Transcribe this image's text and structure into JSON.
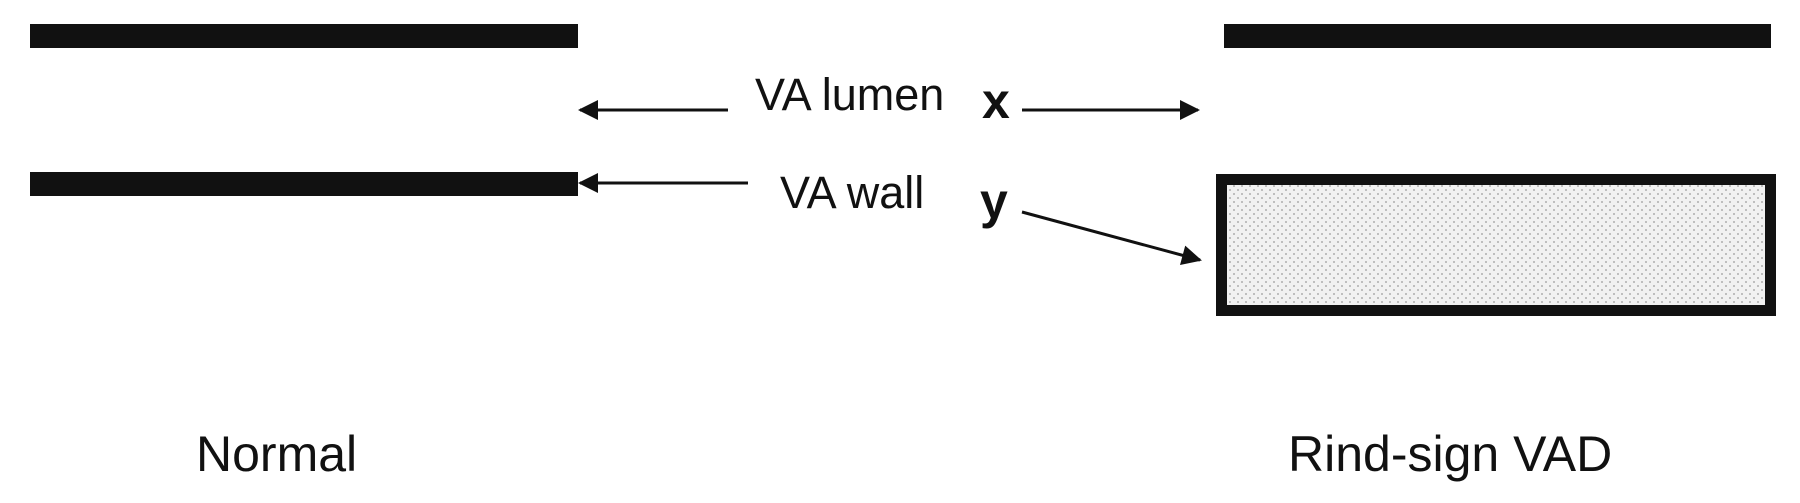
{
  "labels": {
    "lumen": "VA lumen",
    "lumen_var": "x",
    "wall": "VA wall",
    "wall_var": "y",
    "normal": "Normal",
    "rind": "Rind-sign VAD"
  },
  "colors": {
    "ink": "#111111",
    "background": "#ffffff",
    "stipple_fill": "#f1f1f1",
    "stipple_dot": "#9a9a9a"
  }
}
